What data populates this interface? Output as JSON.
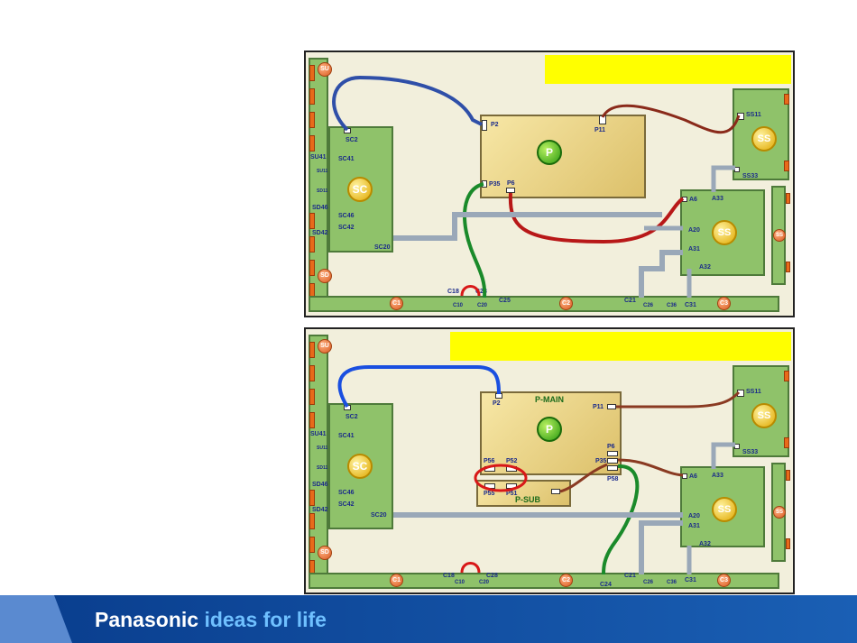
{
  "top_diagram": {
    "boards": {
      "sc": "SC",
      "p": "P",
      "ss_upper": "SS",
      "ss_lower": "SS",
      "su": "SU",
      "sd": "SD",
      "ss_side": "SS",
      "c1": "C1",
      "c2": "C2",
      "c3": "C3"
    },
    "labels": {
      "sc2": "SC2",
      "sc41": "SC41",
      "su41": "SU41",
      "su11": "SU11",
      "sd11": "SD11",
      "sd46": "SD46",
      "sd42": "SD42",
      "sc46": "SC46",
      "sc42": "SC42",
      "sc20": "SC20",
      "p2": "P2",
      "p11": "P11",
      "p35": "P35",
      "p6": "P6",
      "ss11": "SS11",
      "ss33": "SS33",
      "a33": "A33",
      "a6": "A6",
      "a20": "A20",
      "a31": "A31",
      "a32": "A32",
      "c18": "C18",
      "c28": "C28",
      "c10": "C10",
      "c20": "C20",
      "c25": "C25",
      "c21": "C21",
      "c26": "C26",
      "c36": "C36",
      "c31": "C31"
    }
  },
  "bottom_diagram": {
    "boards": {
      "sc": "SC",
      "p_main_title": "P-MAIN",
      "p": "P",
      "p_sub": "P-SUB",
      "ss_upper": "SS",
      "ss_lower": "SS",
      "su": "SU",
      "sd": "SD",
      "ss_side": "SS",
      "c1": "C1",
      "c2": "C2",
      "c3": "C3"
    },
    "labels": {
      "sc2": "SC2",
      "sc41": "SC41",
      "su41": "SU41",
      "su11": "SU11",
      "sd11": "SD11",
      "sd46": "SD46",
      "sd42": "SD42",
      "sc46": "SC46",
      "sc42": "SC42",
      "sc20": "SC20",
      "p2": "P2",
      "p11": "P11",
      "p6": "P6",
      "p35": "P35",
      "p58": "P58",
      "p56": "P56",
      "p52": "P52",
      "p55": "P55",
      "p51": "P51",
      "ss11": "SS11",
      "ss33": "SS33",
      "a33": "A33",
      "a6": "A6",
      "a20": "A20",
      "a31": "A31",
      "a32": "A32",
      "c18": "C18",
      "c28": "C28",
      "c10": "C10",
      "c20": "C20",
      "c24": "C24",
      "c21": "C21",
      "c26": "C26",
      "c36": "C36",
      "c31": "C31"
    }
  },
  "footer": {
    "brand": "Panasonic",
    "tagline": "ideas for life"
  },
  "colors": {
    "blue_wire": "#2f4fa8",
    "bright_blue_wire": "#1a4fe0",
    "red_wire": "#b81818",
    "green_wire": "#1a8a2a",
    "brown_wire": "#8a3a22",
    "grey_bus": "#9aa8b8",
    "highlight": "#ffff00"
  }
}
